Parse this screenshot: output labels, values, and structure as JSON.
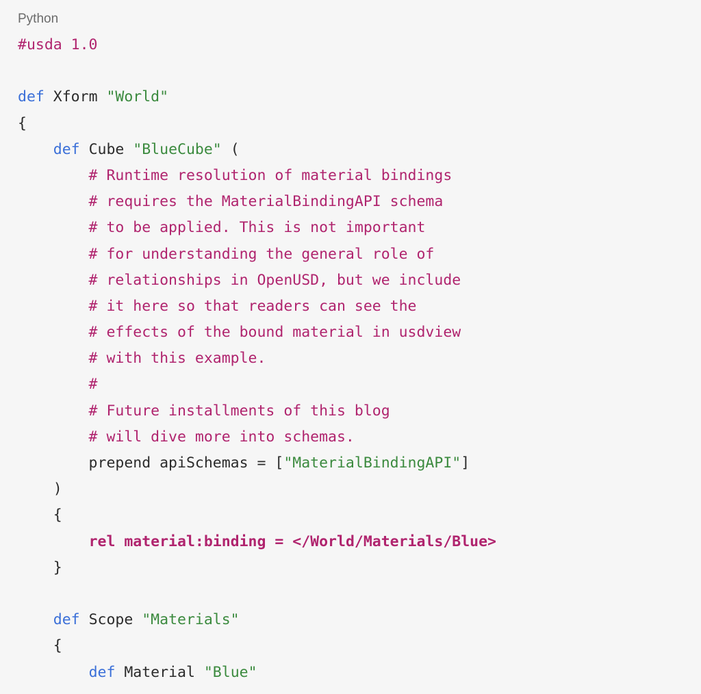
{
  "language_label": "Python",
  "code_lines": [
    [
      {
        "t": "#usda 1.0",
        "c": "pp"
      }
    ],
    [],
    [
      {
        "t": "def",
        "c": "kw"
      },
      {
        "t": " Xform ",
        "c": "plain"
      },
      {
        "t": "\"World\"",
        "c": "str"
      }
    ],
    [
      {
        "t": "{",
        "c": "plain"
      }
    ],
    [
      {
        "t": "    ",
        "c": "plain"
      },
      {
        "t": "def",
        "c": "kw"
      },
      {
        "t": " Cube ",
        "c": "plain"
      },
      {
        "t": "\"BlueCube\"",
        "c": "str"
      },
      {
        "t": " (",
        "c": "plain"
      }
    ],
    [
      {
        "t": "        # Runtime resolution of material bindings",
        "c": "cm"
      }
    ],
    [
      {
        "t": "        # requires the MaterialBindingAPI schema",
        "c": "cm"
      }
    ],
    [
      {
        "t": "        # to be applied. This is not important",
        "c": "cm"
      }
    ],
    [
      {
        "t": "        # for understanding the general role of",
        "c": "cm"
      }
    ],
    [
      {
        "t": "        # relationships in OpenUSD, but we include",
        "c": "cm"
      }
    ],
    [
      {
        "t": "        # it here so that readers can see the",
        "c": "cm"
      }
    ],
    [
      {
        "t": "        # effects of the bound material in usdview",
        "c": "cm"
      }
    ],
    [
      {
        "t": "        # with this example.",
        "c": "cm"
      }
    ],
    [
      {
        "t": "        #",
        "c": "cm"
      }
    ],
    [
      {
        "t": "        # Future installments of this blog",
        "c": "cm"
      }
    ],
    [
      {
        "t": "        # will dive more into schemas.",
        "c": "cm"
      }
    ],
    [
      {
        "t": "        prepend apiSchemas = [",
        "c": "plain"
      },
      {
        "t": "\"MaterialBindingAPI\"",
        "c": "str"
      },
      {
        "t": "]",
        "c": "plain"
      }
    ],
    [
      {
        "t": "    )",
        "c": "plain"
      }
    ],
    [
      {
        "t": "    {",
        "c": "plain"
      }
    ],
    [
      {
        "t": "        ",
        "c": "plain"
      },
      {
        "t": "rel material:binding = </World/Materials/Blue>",
        "c": "bold"
      }
    ],
    [
      {
        "t": "    }",
        "c": "plain"
      }
    ],
    [],
    [
      {
        "t": "    ",
        "c": "plain"
      },
      {
        "t": "def",
        "c": "kw"
      },
      {
        "t": " Scope ",
        "c": "plain"
      },
      {
        "t": "\"Materials\"",
        "c": "str"
      }
    ],
    [
      {
        "t": "    {",
        "c": "plain"
      }
    ],
    [
      {
        "t": "        ",
        "c": "plain"
      },
      {
        "t": "def",
        "c": "kw"
      },
      {
        "t": " Material ",
        "c": "plain"
      },
      {
        "t": "\"Blue\"",
        "c": "str"
      }
    ]
  ],
  "colors": {
    "keyword": "#3a6fd8",
    "string": "#3b8a3e",
    "comment": "#b0246e",
    "text": "#2b2b2b",
    "background": "#f6f6f6"
  }
}
